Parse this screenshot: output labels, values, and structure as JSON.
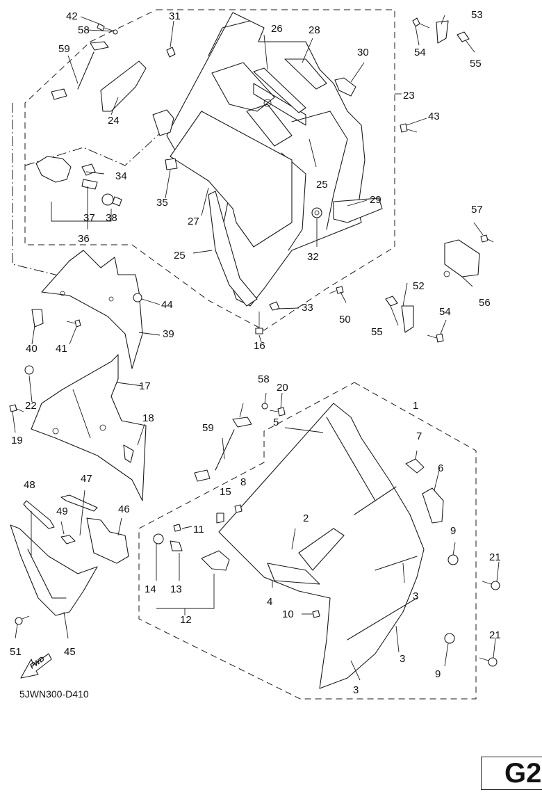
{
  "diagram": {
    "drawing_code": "5JWN300-D410",
    "page_tag": "G2",
    "fwd_label": "FWD",
    "callouts": {
      "c1": "1",
      "c2": "2",
      "c3a": "3",
      "c3b": "3",
      "c3c": "3",
      "c4": "4",
      "c5": "5",
      "c6": "6",
      "c7": "7",
      "c8": "8",
      "c9a": "9",
      "c9b": "9",
      "c10": "10",
      "c11": "11",
      "c12": "12",
      "c13": "13",
      "c14": "14",
      "c15": "15",
      "c16": "16",
      "c17": "17",
      "c18": "18",
      "c19": "19",
      "c20": "20",
      "c21a": "21",
      "c21b": "21",
      "c22": "22",
      "c23": "23",
      "c24": "24",
      "c25a": "25",
      "c25b": "25",
      "c26": "26",
      "c27": "27",
      "c28": "28",
      "c29": "29",
      "c30": "30",
      "c31": "31",
      "c32": "32",
      "c33": "33",
      "c34": "34",
      "c35": "35",
      "c36": "36",
      "c37": "37",
      "c38": "38",
      "c39": "39",
      "c40": "40",
      "c41": "41",
      "c42": "42",
      "c43": "43",
      "c44": "44",
      "c45": "45",
      "c46": "46",
      "c47": "47",
      "c48": "48",
      "c49": "49",
      "c50": "50",
      "c51": "51",
      "c52": "52",
      "c53": "53",
      "c54a": "54",
      "c54b": "54",
      "c55a": "55",
      "c55b": "55",
      "c56": "56",
      "c57": "57",
      "c58a": "58",
      "c58b": "58",
      "c59a": "59",
      "c59b": "59"
    }
  }
}
